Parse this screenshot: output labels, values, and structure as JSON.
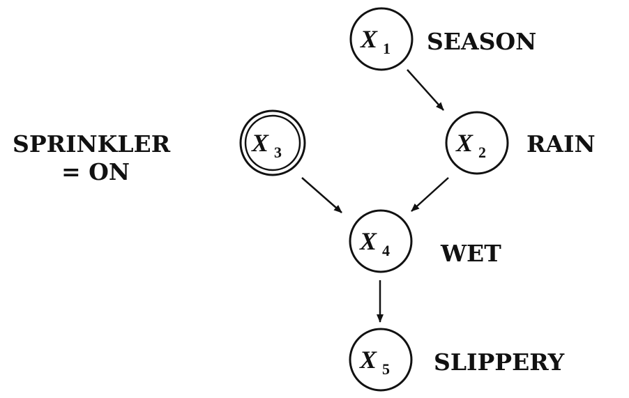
{
  "nodes": [
    {
      "id": "X1",
      "var": "X",
      "sub": "1",
      "label": "SEASON",
      "observed": false
    },
    {
      "id": "X2",
      "var": "X",
      "sub": "2",
      "label": "RAIN",
      "observed": false
    },
    {
      "id": "X3",
      "var": "X",
      "sub": "3",
      "label": "SPRINKLER",
      "label2": "= ON",
      "observed": true
    },
    {
      "id": "X4",
      "var": "X",
      "sub": "4",
      "label": "WET",
      "observed": false
    },
    {
      "id": "X5",
      "var": "X",
      "sub": "5",
      "label": "SLIPPERY",
      "observed": false
    }
  ],
  "edges": [
    {
      "from": "X1",
      "to": "X2"
    },
    {
      "from": "X2",
      "to": "X4"
    },
    {
      "from": "X3",
      "to": "X4"
    },
    {
      "from": "X4",
      "to": "X5"
    }
  ]
}
